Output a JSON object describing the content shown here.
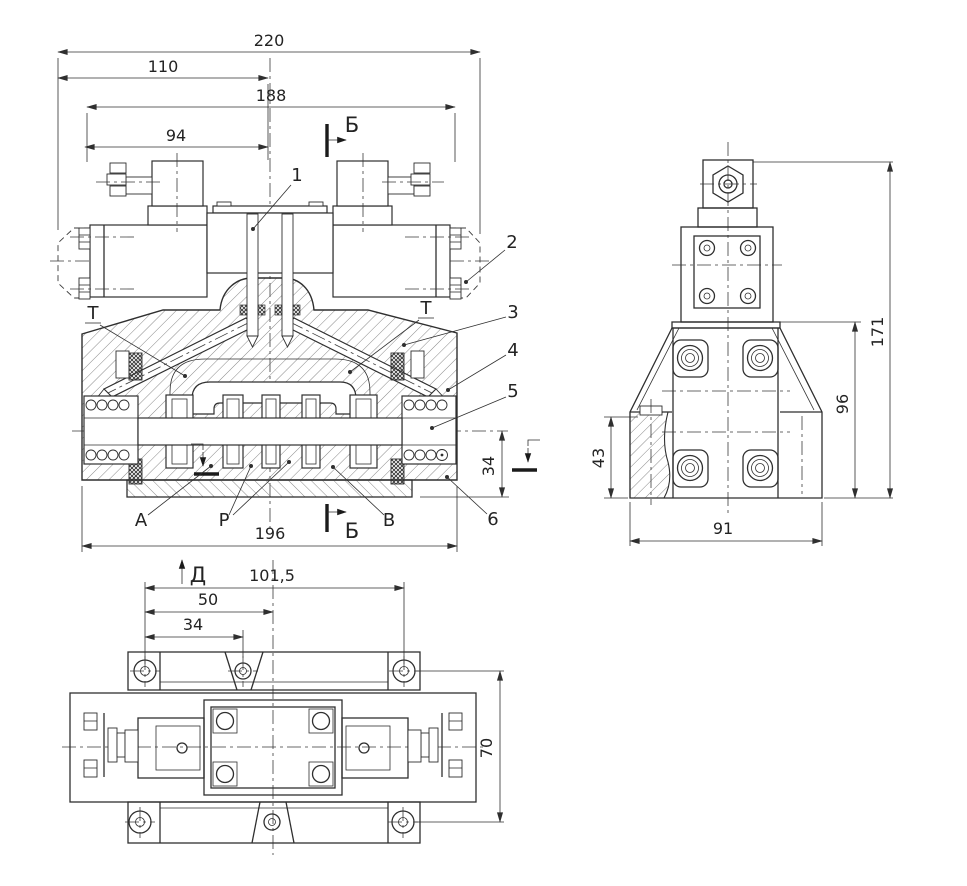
{
  "drawing": {
    "front_view": {
      "dim_220": "220",
      "dim_110": "110",
      "dim_188": "188",
      "dim_94": "94",
      "dim_196": "196",
      "dim_34": "34",
      "callout_1": "1",
      "callout_2": "2",
      "callout_3": "3",
      "callout_4": "4",
      "callout_5": "5",
      "callout_6": "6",
      "label_t_left": "T",
      "label_t_right": "T",
      "label_a": "A",
      "label_p": "P",
      "label_b": "B",
      "section_marker_top": "Б",
      "section_marker_bottom": "Б"
    },
    "side_view": {
      "dim_171": "171",
      "dim_96": "96",
      "dim_43": "43",
      "dim_91": "91"
    },
    "bottom_view": {
      "dim_101_5": "101,5",
      "dim_50": "50",
      "dim_34": "34",
      "dim_70": "70",
      "view_marker": "Д"
    }
  }
}
